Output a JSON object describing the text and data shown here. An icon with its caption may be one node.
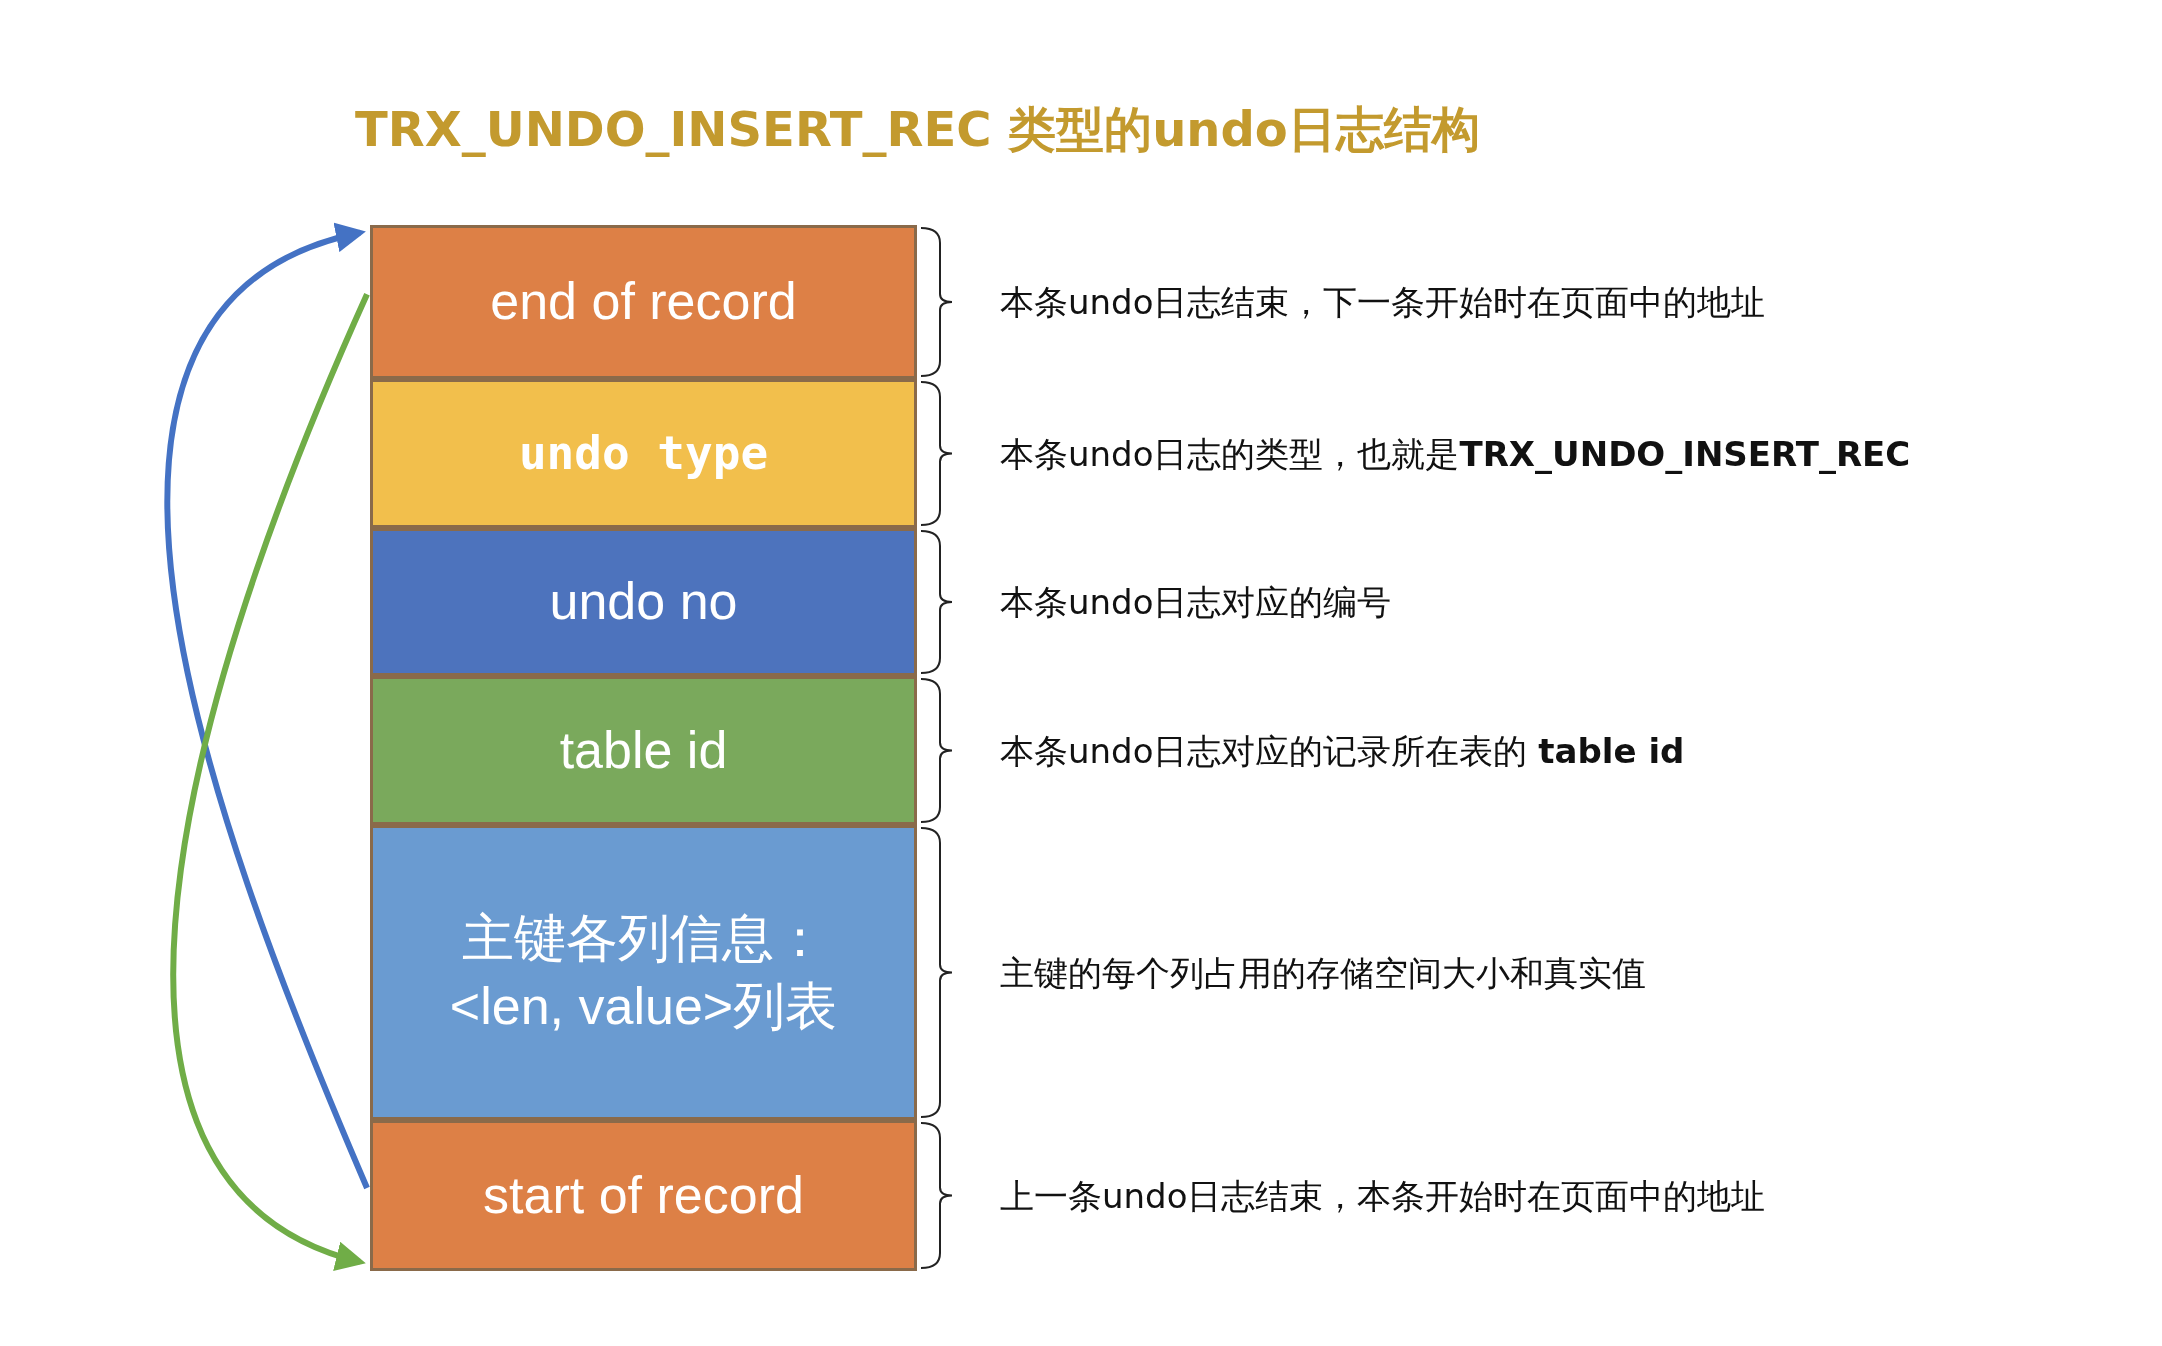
{
  "diagram": {
    "title": "TRX_UNDO_INSERT_REC 类型的undo日志结构",
    "nodes": [
      {
        "text": [
          "end of record"
        ],
        "beside": [
          "本条undo日志结束，下一条开始时在页面中的地址"
        ]
      },
      {
        "text": [
          "undo type"
        ],
        "beside": [
          "本条undo日志的类型，也就是**TRX_UNDO_INSERT_REC**"
        ]
      },
      {
        "text": [
          "undo no"
        ],
        "beside": [
          "本条undo日志对应的编号"
        ]
      },
      {
        "text": [
          "table id"
        ],
        "beside": [
          "本条undo日志对应的记录所在表的 **table id**"
        ]
      },
      {
        "text": [
          "主键各列信息：<len, value>列表"
        ],
        "beside": [
          "主键的每个列占用的存储空间大小和真实值"
        ]
      },
      {
        "text": [
          "start of record"
        ],
        "beside": [
          "上一条undo日志结束，本条开始时在页面中的地址"
        ]
      }
    ],
    "edges": [
      {
        "from": 5,
        "to": 0,
        "arrow": "to",
        "color": "#4472c4"
      },
      {
        "from": 0,
        "to": 5,
        "arrow": "to",
        "color": "#70ad47"
      }
    ]
  }
}
